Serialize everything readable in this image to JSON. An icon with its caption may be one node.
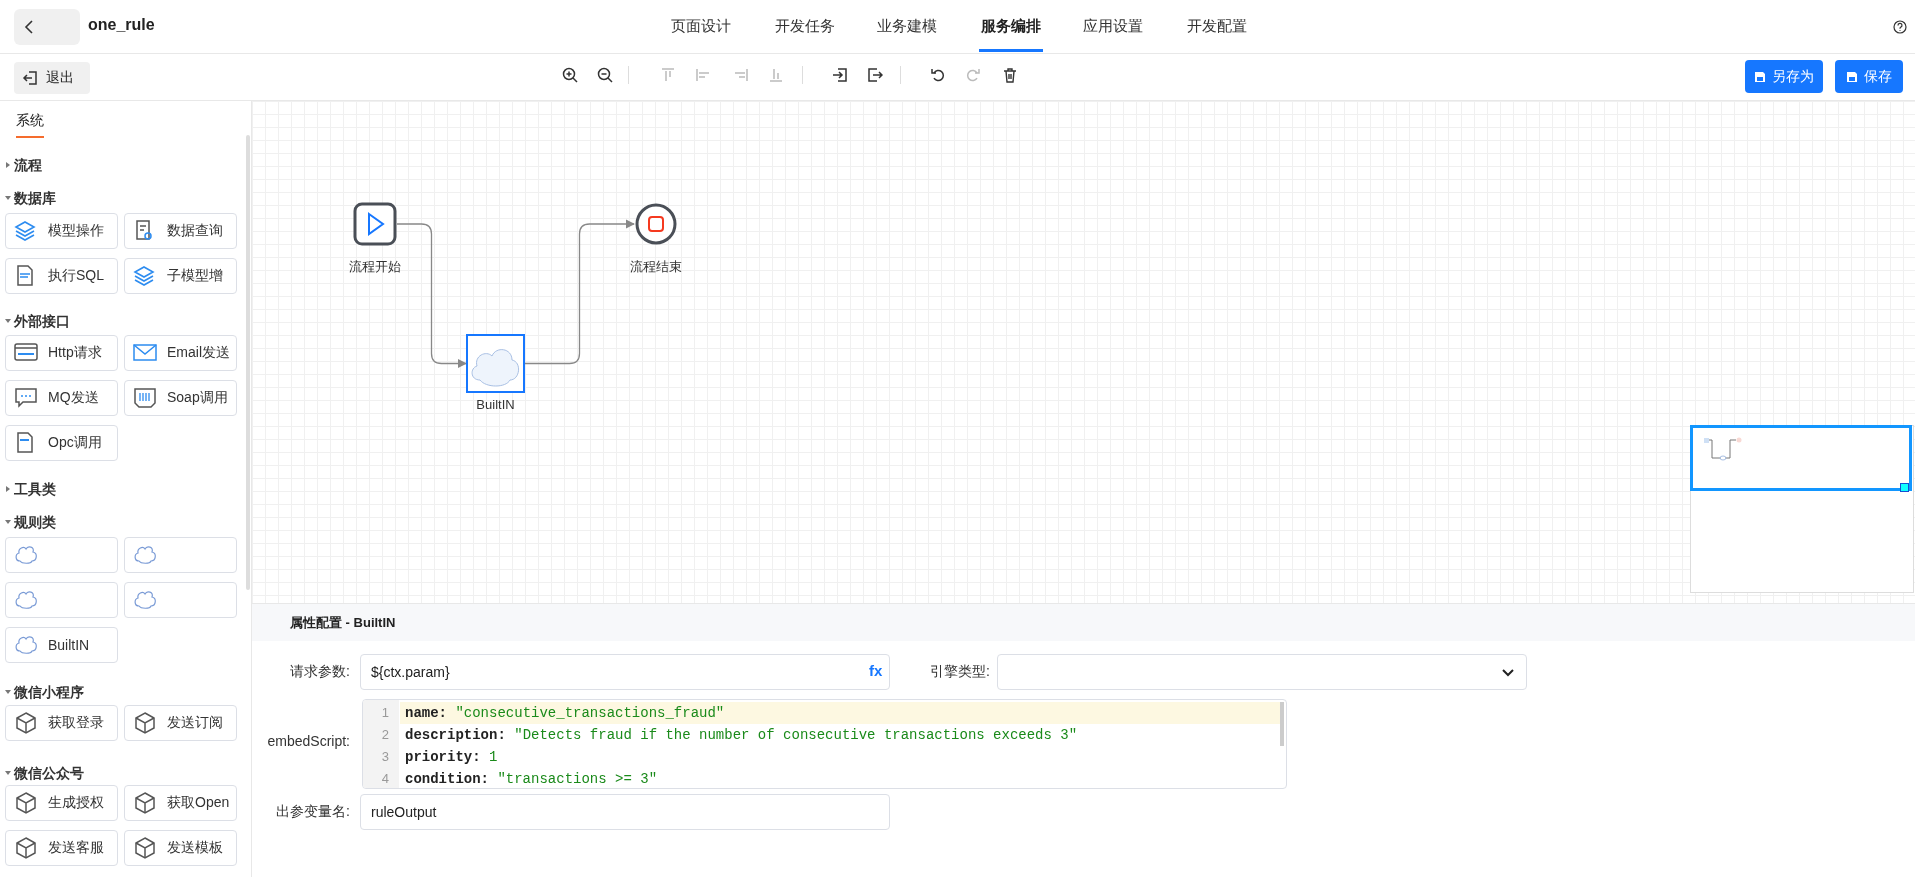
{
  "diagram": {
    "nodes": [
      {
        "text": [
          "流程开始"
        ]
      },
      {
        "text": [
          "BuiltIN"
        ]
      },
      {
        "text": [
          "流程结束"
        ]
      }
    ],
    "edges": [
      {
        "from": 0,
        "to": 1,
        "arrow": "to"
      },
      {
        "from": 1,
        "to": 2,
        "arrow": "to"
      }
    ],
    "labels": [
      "one_rule",
      "页面设计",
      "开发任务",
      "业务建模",
      "服务编排",
      "应用设置",
      "开发配置",
      "退出",
      "另存为",
      "保存",
      "系统",
      "流程",
      "数据库",
      "模型操作",
      "数据查询",
      "执行SQL",
      "子模型增",
      "外部接口",
      "Http请求",
      "Email发送",
      "MQ发送",
      "Soap调用",
      "Opc调用",
      "工具类",
      "规则类",
      "BuiltIN",
      "微信小程序",
      "获取登录",
      "发送订阅",
      "微信公众号",
      "生成授权",
      "获取Open",
      "发送客服",
      "发送模板",
      "属性配置 - BuiltIN",
      "请求参数:",
      "${ctx.param}",
      "fx",
      "引擎类型:",
      "embedScript:",
      "1",
      "name: \"consecutive_transactions_fraud\"",
      "2",
      "description: \"Detects fraud if the number of consecutive transactions exceeds 3\"",
      "3",
      "priority: 1",
      "4",
      "condition: \"transactions >= 3\"",
      "出参变量名:",
      "ruleOutput"
    ]
  }
}
